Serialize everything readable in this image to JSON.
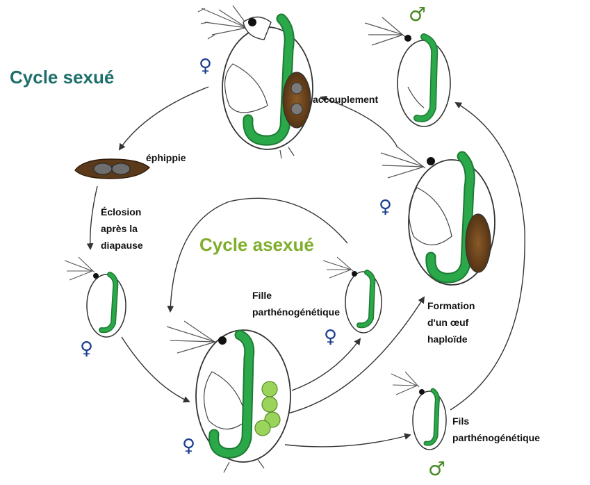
{
  "titles": {
    "sexual_cycle": "Cycle sexué",
    "asexual_cycle": "Cycle asexué"
  },
  "labels": {
    "mating": "accouplement",
    "ephippium": "éphippie",
    "hatching": "Éclosion\naprès la\ndiapause",
    "daughter": "Fille\nparthénogénétique",
    "haploid_egg": "Formation\nd'un œuf\nhaploïde",
    "sons": "Fils\nparthénogénétique"
  },
  "symbols": {
    "female": "♀",
    "male": "♂"
  },
  "colors": {
    "sexual_title": "#1e6f6b",
    "asexual_title": "#7fae2c",
    "gut": "#2aa84a",
    "female_symbol": "#1c3f8f",
    "male_symbol": "#4a8a26",
    "ephippium": "#5a3a1a",
    "parthenogenetic_eggs": "#9ad45a"
  }
}
